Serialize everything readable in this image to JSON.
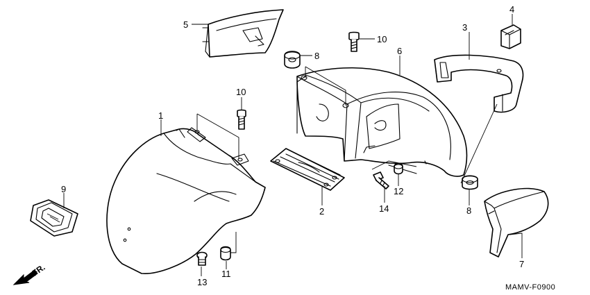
{
  "callouts": {
    "part1": "1",
    "part2": "2",
    "part3": "3",
    "part4": "4",
    "part5": "5",
    "part6": "6",
    "part7": "7",
    "part8a": "8",
    "part8b": "8",
    "part9": "9",
    "part10a": "10",
    "part10b": "10",
    "part11": "11",
    "part12": "12",
    "part13": "13",
    "part14": "14"
  },
  "direction_label": "FR.",
  "diagram_code": "MAMV-F0900",
  "colors": {
    "line": "#000000",
    "background": "#ffffff"
  }
}
